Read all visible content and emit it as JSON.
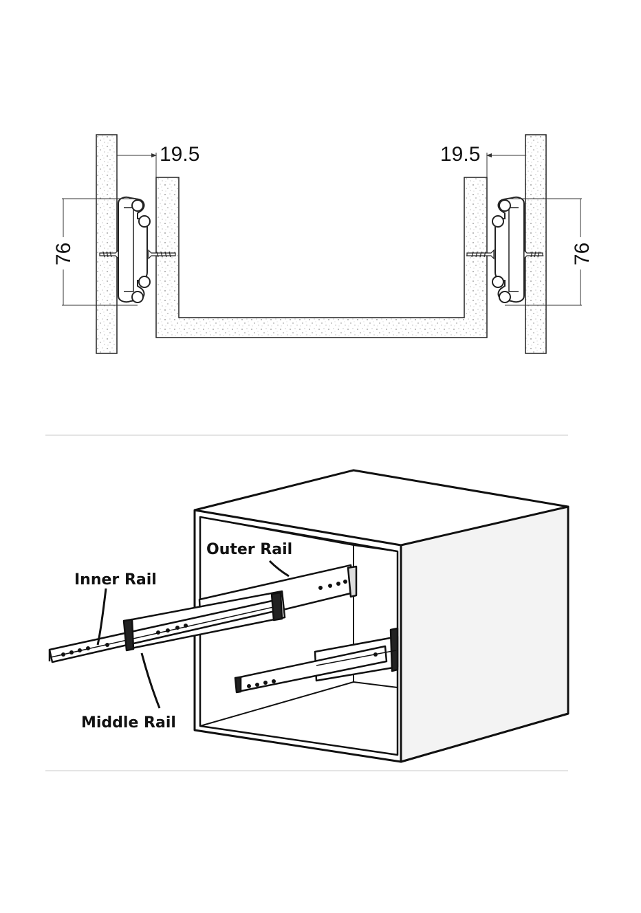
{
  "cross_section": {
    "left_gap_label": "19.5",
    "right_gap_label": "19.5",
    "left_height_label": "76",
    "right_height_label": "76"
  },
  "installation": {
    "outer_rail_label": "Outer Rail",
    "inner_rail_label": "Inner Rail",
    "middle_rail_label": "Middle Rail"
  }
}
